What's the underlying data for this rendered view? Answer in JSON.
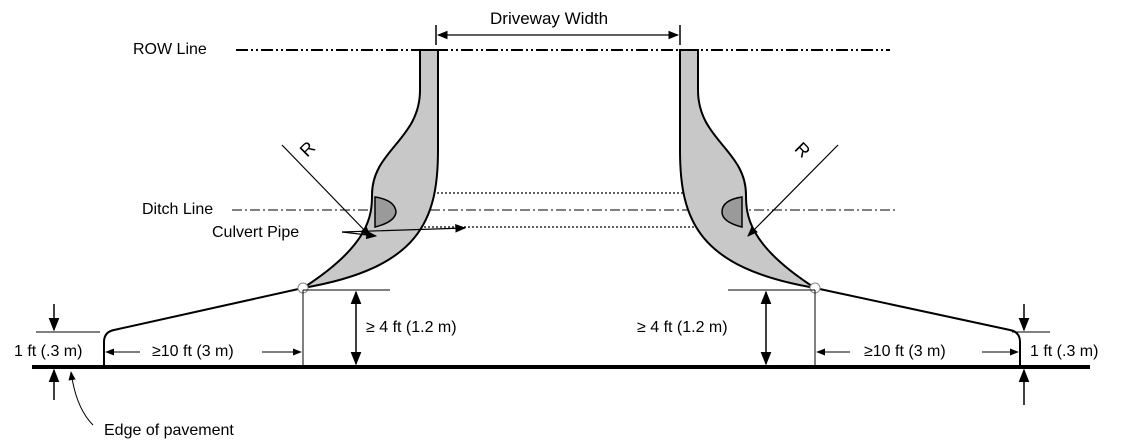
{
  "labels": {
    "driveway_width": "Driveway Width",
    "row_line": "ROW Line",
    "ditch_line": "Ditch Line",
    "culvert_pipe": "Culvert Pipe",
    "radius_left": "R",
    "radius_right": "R",
    "height_left": "≥ 4 ft (1.2 m)",
    "height_right": "≥ 4 ft (1.2 m)",
    "offset_left": "≥10 ft (3 m)",
    "offset_right": "≥10 ft (3 m)",
    "one_ft_left": "1 ft (.3 m)",
    "one_ft_right": "1 ft (.3 m)",
    "edge_of_pavement": "Edge of pavement"
  },
  "colors": {
    "line": "#000000",
    "wing_fill": "#c8c8c8",
    "culvert_fill": "#9a9a9a"
  }
}
